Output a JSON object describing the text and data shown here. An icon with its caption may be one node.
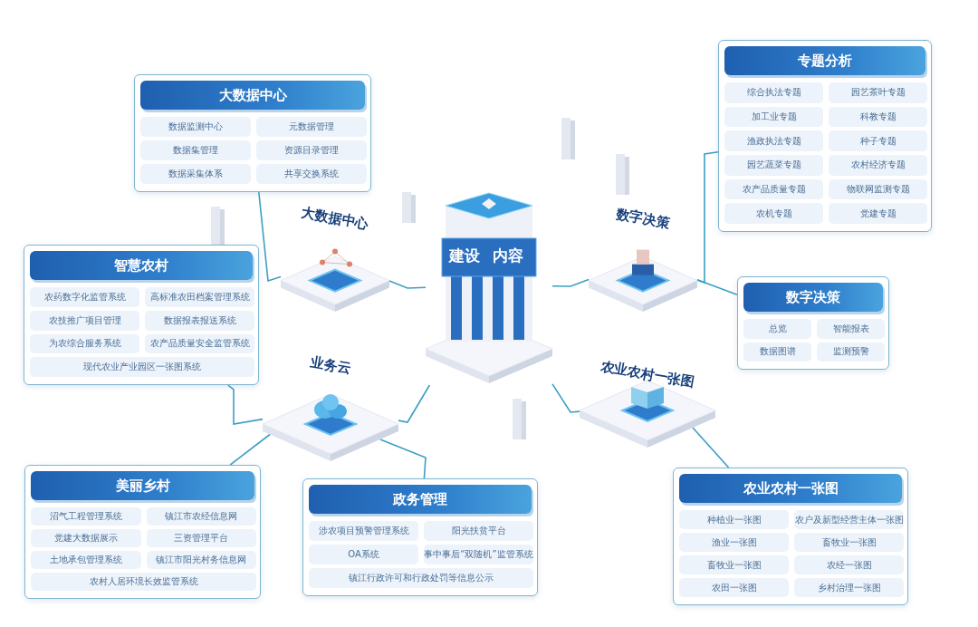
{
  "diagram": {
    "nodes": [
      {
        "text": [
          "大数据中心"
        ]
      },
      {
        "text": [
          "数据监测中心"
        ],
        "in": 0
      },
      {
        "text": [
          "元数据管理"
        ],
        "in": 0
      },
      {
        "text": [
          "数据集管理"
        ],
        "in": 0
      },
      {
        "text": [
          "资源目录管理"
        ],
        "in": 0
      },
      {
        "text": [
          "数据采集体系"
        ],
        "in": 0
      },
      {
        "text": [
          "共享交换系统"
        ],
        "in": 0
      },
      {
        "text": [
          "专题分析"
        ]
      },
      {
        "text": [
          "综合执法专题"
        ],
        "in": 7
      },
      {
        "text": [
          "园艺茶叶专题"
        ],
        "in": 7
      },
      {
        "text": [
          "加工业专题"
        ],
        "in": 7
      },
      {
        "text": [
          "科教专题"
        ],
        "in": 7
      },
      {
        "text": [
          "渔政执法专题"
        ],
        "in": 7
      },
      {
        "text": [
          "种子专题"
        ],
        "in": 7
      },
      {
        "text": [
          "园艺蔬菜专题"
        ],
        "in": 7
      },
      {
        "text": [
          "农村经济专题"
        ],
        "in": 7
      },
      {
        "text": [
          "农产品质量专题"
        ],
        "in": 7
      },
      {
        "text": [
          "物联网监测专题"
        ],
        "in": 7
      },
      {
        "text": [
          "农机专题"
        ],
        "in": 7
      },
      {
        "text": [
          "党建专题"
        ],
        "in": 7
      },
      {
        "text": [
          "智慧农村"
        ]
      },
      {
        "text": [
          "农药数字化监管系统"
        ],
        "in": 20
      },
      {
        "text": [
          "高标准农田档案管理系统"
        ],
        "in": 20
      },
      {
        "text": [
          "农技推广项目管理"
        ],
        "in": 20
      },
      {
        "text": [
          "数据报表报送系统"
        ],
        "in": 20
      },
      {
        "text": [
          "为农综合服务系统"
        ],
        "in": 20
      },
      {
        "text": [
          "农产品质量安全监管系统"
        ],
        "in": 20
      },
      {
        "text": [
          "现代农业产业园区一张图系统"
        ],
        "in": 20
      },
      {
        "text": [
          "大数据中心"
        ]
      },
      {
        "text": [
          "建设",
          "内容"
        ]
      },
      {
        "text": [
          "数字决策"
        ]
      },
      {
        "text": [
          "数字决策"
        ]
      },
      {
        "text": [
          "总览"
        ],
        "in": 31
      },
      {
        "text": [
          "智能报表"
        ],
        "in": 31
      },
      {
        "text": [
          "数据图谱"
        ],
        "in": 31
      },
      {
        "text": [
          "监测预警"
        ],
        "in": 31
      },
      {
        "text": [
          "业务云"
        ]
      },
      {
        "text": [
          "农业农村一张图"
        ]
      },
      {
        "text": [
          "美丽乡村"
        ]
      },
      {
        "text": [
          "沼气工程管理系统"
        ],
        "in": 38
      },
      {
        "text": [
          "镇江市农经信息网"
        ],
        "in": 38
      },
      {
        "text": [
          "党建大数据展示"
        ],
        "in": 38
      },
      {
        "text": [
          "三资管理平台"
        ],
        "in": 38
      },
      {
        "text": [
          "土地承包管理系统"
        ],
        "in": 38
      },
      {
        "text": [
          "镇江市阳光村务信息网"
        ],
        "in": 38
      },
      {
        "text": [
          "农村人居环境长效监管系统"
        ],
        "in": 38
      },
      {
        "text": [
          "政务管理"
        ]
      },
      {
        "text": [
          "涉农项目预警管理系统"
        ],
        "in": 46
      },
      {
        "text": [
          "阳光扶贫平台"
        ],
        "in": 46
      },
      {
        "text": [
          "OA系统"
        ],
        "in": 46
      },
      {
        "text": [
          "事中事后“双随机”监管系统"
        ],
        "in": 46
      },
      {
        "text": [
          "镇江行政许可和行政处罚等信息公示"
        ],
        "in": 46
      },
      {
        "text": [
          "农业农村一张图"
        ]
      },
      {
        "text": [
          "种植业一张图"
        ],
        "in": 52
      },
      {
        "text": [
          "农户及新型经营主体一张图"
        ],
        "in": 52
      },
      {
        "text": [
          "渔业一张图"
        ],
        "in": 52
      },
      {
        "text": [
          "畜牧业一张图"
        ],
        "in": 52
      },
      {
        "text": [
          "畜牧业一张图"
        ],
        "in": 52
      },
      {
        "text": [
          "农经一张图"
        ],
        "in": 52
      },
      {
        "text": [
          "农田一张图"
        ],
        "in": 52
      },
      {
        "text": [
          "乡村治理一张图"
        ],
        "in": 52
      }
    ],
    "edges": [
      {
        "from": 29,
        "to": 28,
        "arrow": "none"
      },
      {
        "from": 29,
        "to": 30,
        "arrow": "none"
      },
      {
        "from": 29,
        "to": 36,
        "arrow": "none"
      },
      {
        "from": 29,
        "to": 37,
        "arrow": "none"
      },
      {
        "from": 0,
        "to": 28,
        "arrow": "none"
      },
      {
        "from": 20,
        "to": 36,
        "arrow": "none"
      },
      {
        "from": 36,
        "to": 38,
        "arrow": "none"
      },
      {
        "from": 36,
        "to": 46,
        "arrow": "none"
      },
      {
        "from": 30,
        "to": 7,
        "arrow": "none"
      },
      {
        "from": 30,
        "to": 31,
        "arrow": "none"
      },
      {
        "from": 37,
        "to": 52,
        "arrow": "none"
      }
    ]
  }
}
